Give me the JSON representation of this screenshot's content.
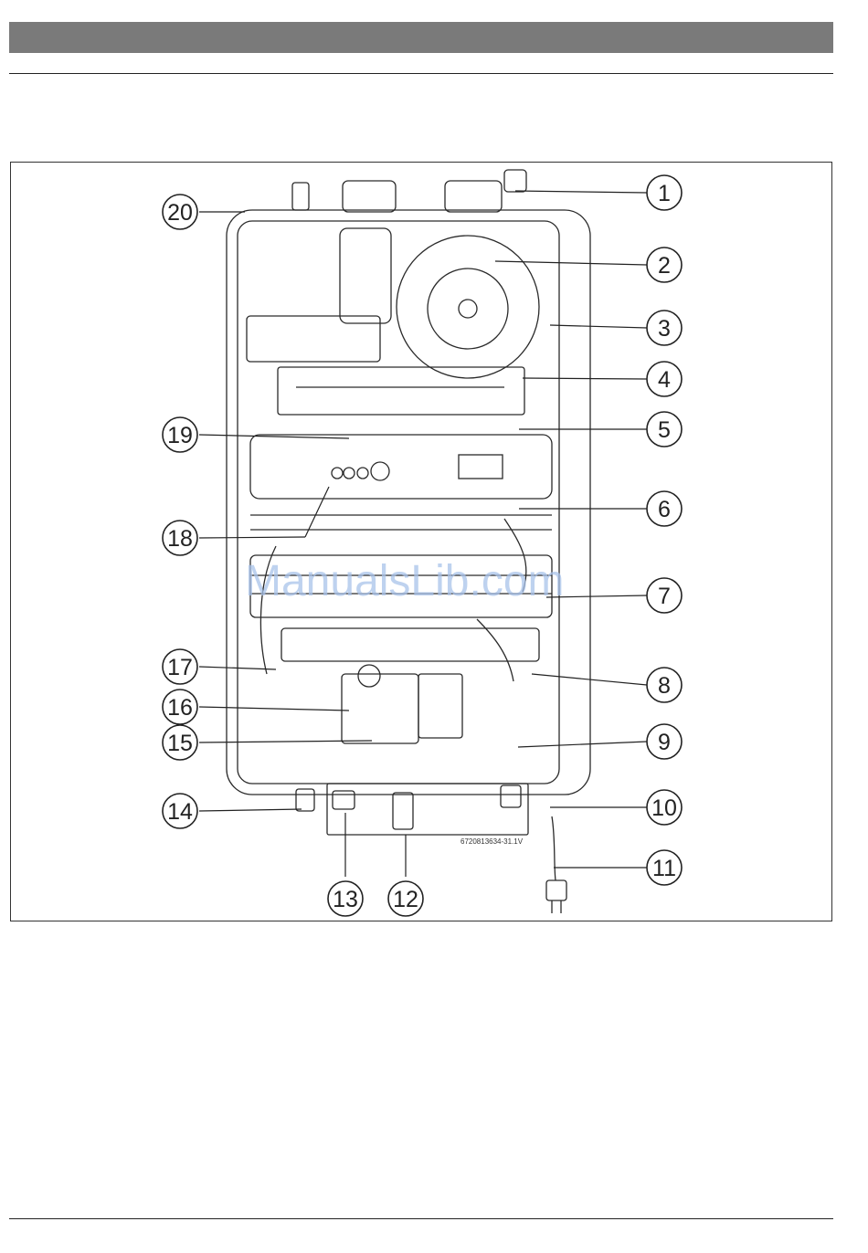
{
  "figure": {
    "code": "6720813634-31.1V",
    "watermark": "ManualsLib.com",
    "callouts": [
      "1",
      "2",
      "3",
      "4",
      "5",
      "6",
      "7",
      "8",
      "9",
      "10",
      "11",
      "12",
      "13",
      "14",
      "15",
      "16",
      "17",
      "18",
      "19",
      "20"
    ]
  }
}
